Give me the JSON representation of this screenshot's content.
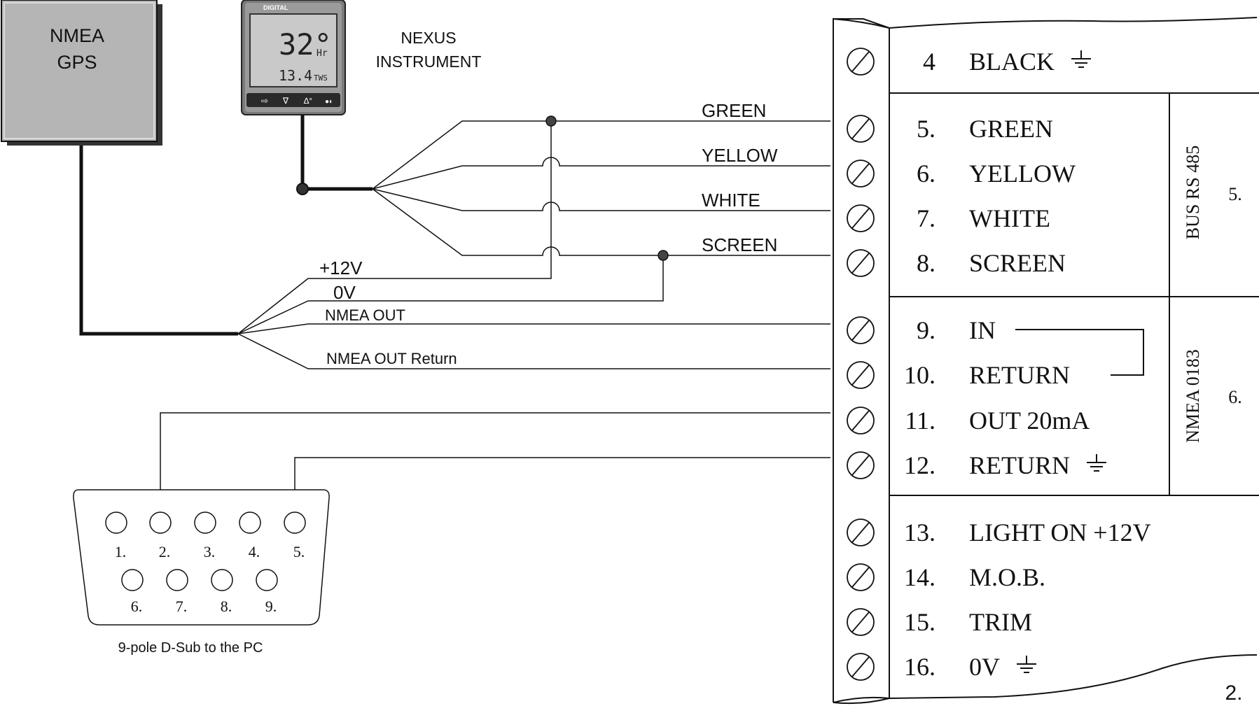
{
  "gps": {
    "line1": "NMEA",
    "line2": "GPS"
  },
  "instrument": {
    "brand": "DIGITAL",
    "reading_main": "32°",
    "reading_main_unit": "Hr",
    "reading_sub": "13.4",
    "reading_sub_unit": "TWS",
    "buttons": [
      "⇨",
      "∇",
      "∆°",
      "●◐"
    ],
    "label_line1": "NEXUS",
    "label_line2": "INSTRUMENT"
  },
  "wire_labels": {
    "green": "GREEN",
    "yellow": "YELLOW",
    "white": "WHITE",
    "screen": "SCREEN",
    "plus12v": "+12V",
    "zero_v": "0V",
    "nmea_out": "NMEA OUT",
    "nmea_out_return": "NMEA OUT Return"
  },
  "dsub": {
    "pins_top": [
      "1.",
      "2.",
      "3.",
      "4.",
      "5."
    ],
    "pins_bottom": [
      "6.",
      "7.",
      "8.",
      "9."
    ],
    "caption": "9-pole D-Sub to the PC"
  },
  "terminals": [
    {
      "num": "4",
      "label": "BLACK",
      "ground": true
    },
    {
      "num": "5.",
      "label": "GREEN",
      "ground": false
    },
    {
      "num": "6.",
      "label": "YELLOW",
      "ground": false
    },
    {
      "num": "7.",
      "label": "WHITE",
      "ground": false
    },
    {
      "num": "8.",
      "label": "SCREEN",
      "ground": false
    },
    {
      "num": "9.",
      "label": "IN",
      "ground": false
    },
    {
      "num": "10.",
      "label": "RETURN",
      "ground": false
    },
    {
      "num": "11.",
      "label": "OUT 20mA",
      "ground": false
    },
    {
      "num": "12.",
      "label": "RETURN",
      "ground": true
    },
    {
      "num": "13.",
      "label": "LIGHT ON +12V",
      "ground": false
    },
    {
      "num": "14.",
      "label": "M.O.B.",
      "ground": false
    },
    {
      "num": "15.",
      "label": "TRIM",
      "ground": false
    },
    {
      "num": "16.",
      "label": "0V",
      "ground": true
    }
  ],
  "groups": {
    "bus": "BUS RS 485",
    "bus_num": "5.",
    "nmea": "NMEA 0183",
    "nmea_num": "6."
  },
  "page_number": "2."
}
